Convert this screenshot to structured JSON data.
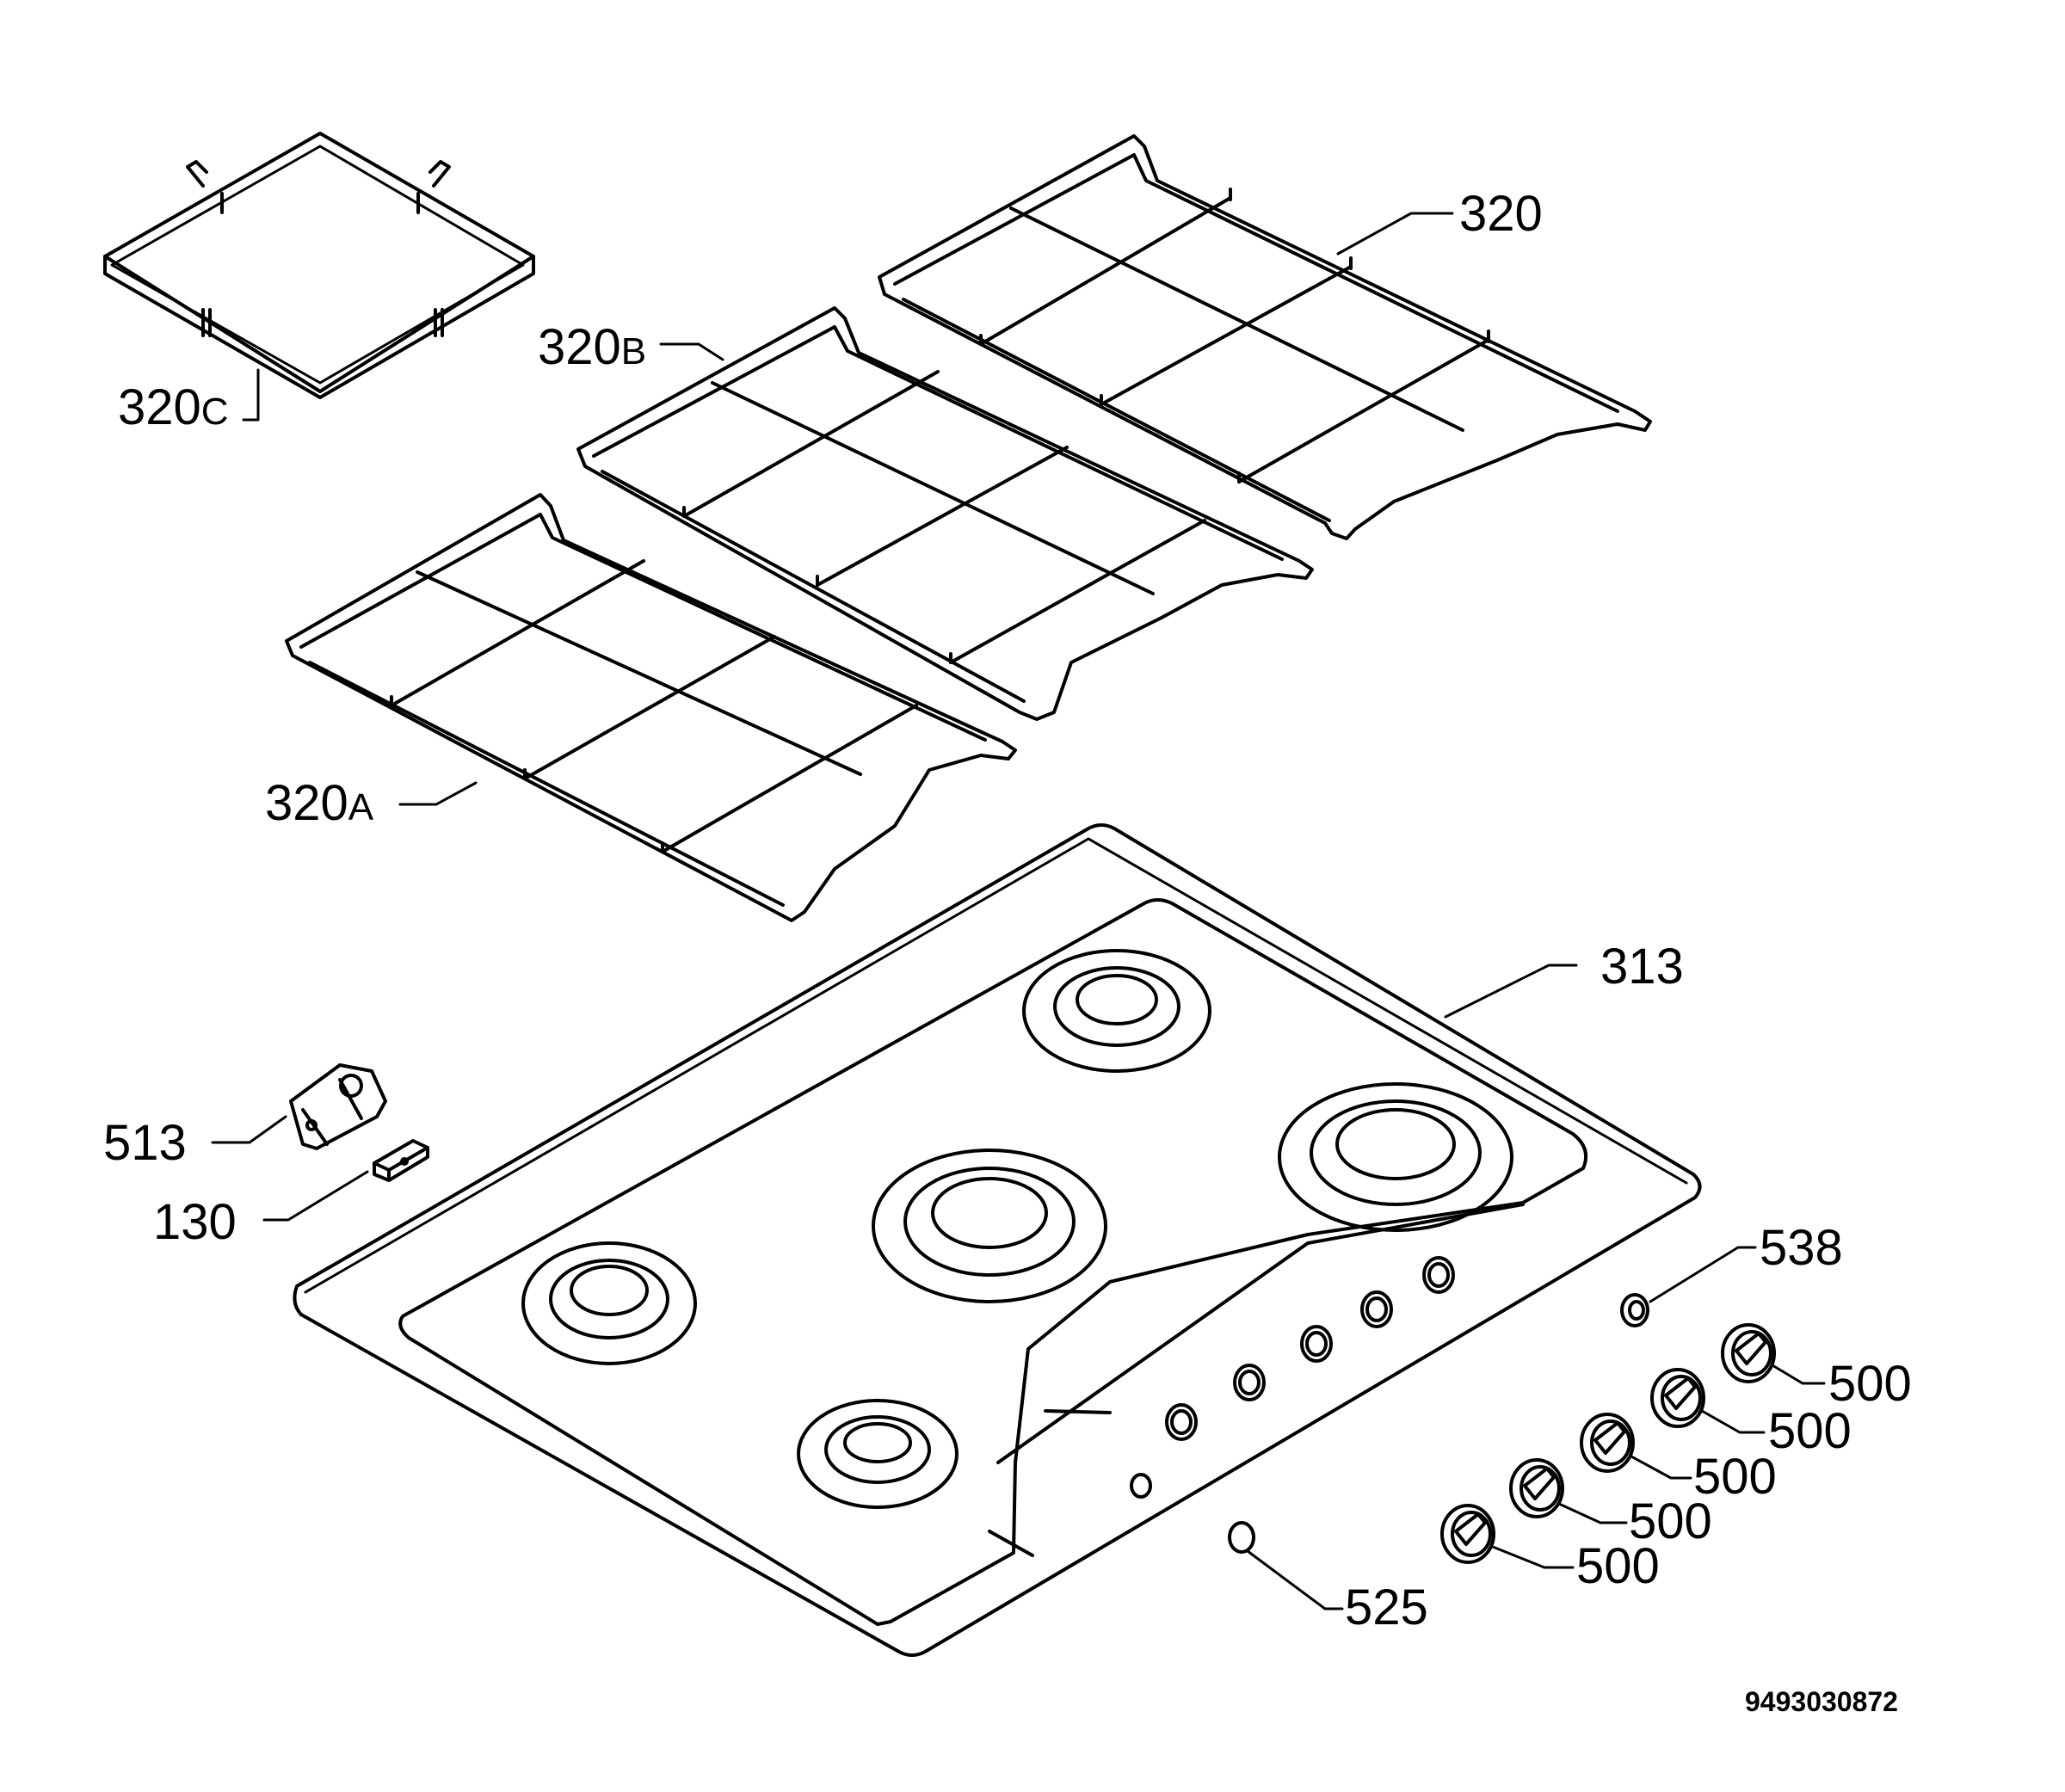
{
  "labels": {
    "l320": "320",
    "l320b_num": "320",
    "l320b_suf": "B",
    "l320c_num": "320",
    "l320c_suf": "C",
    "l320a_num": "320",
    "l320a_suf": "A",
    "l313": "313",
    "l513": "513",
    "l130": "130",
    "l538": "538",
    "l500_1": "500",
    "l500_2": "500",
    "l500_3": "500",
    "l500_4": "500",
    "l500_5": "500",
    "l525": "525"
  },
  "doc_number": "9493030872"
}
